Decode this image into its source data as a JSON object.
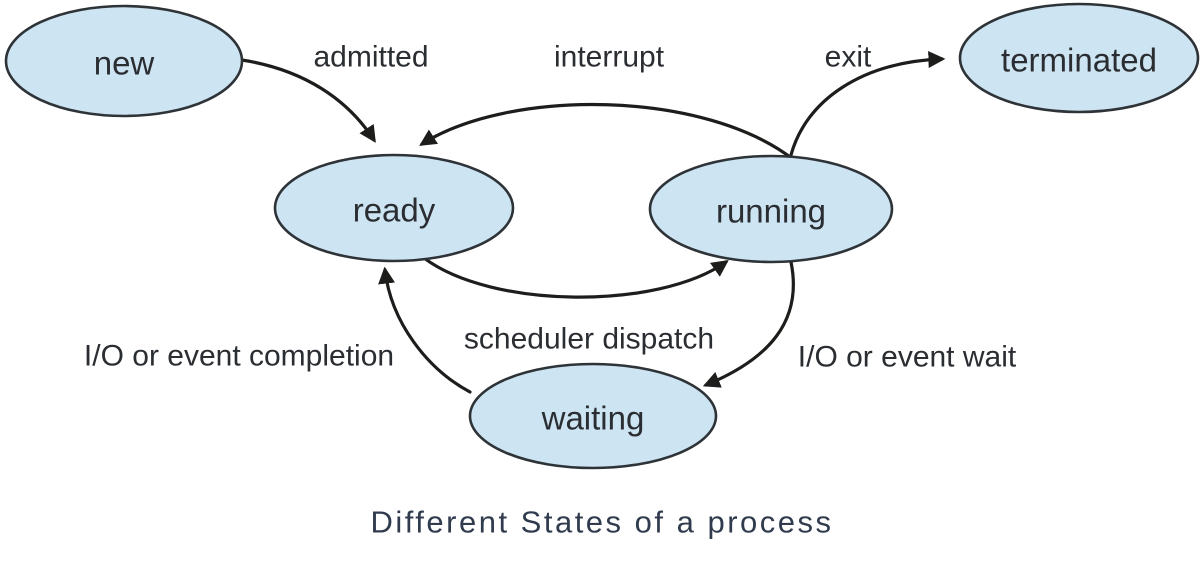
{
  "diagram": {
    "type": "state-diagram",
    "caption": "Different States of a process",
    "colors": {
      "state_fill": "#cde4f2",
      "state_stroke": "#2e3338",
      "arrow": "#1d1d1b",
      "label": "#2a2d31",
      "caption_text": "#303b4e"
    },
    "states": {
      "new": "new",
      "ready": "ready",
      "running": "running",
      "waiting": "waiting",
      "terminated": "terminated"
    },
    "transitions": {
      "admitted": "admitted",
      "interrupt": "interrupt",
      "exit": "exit",
      "scheduler_dispatch": "scheduler dispatch",
      "io_completion": "I/O or event completion",
      "io_wait": "I/O or event wait"
    }
  }
}
